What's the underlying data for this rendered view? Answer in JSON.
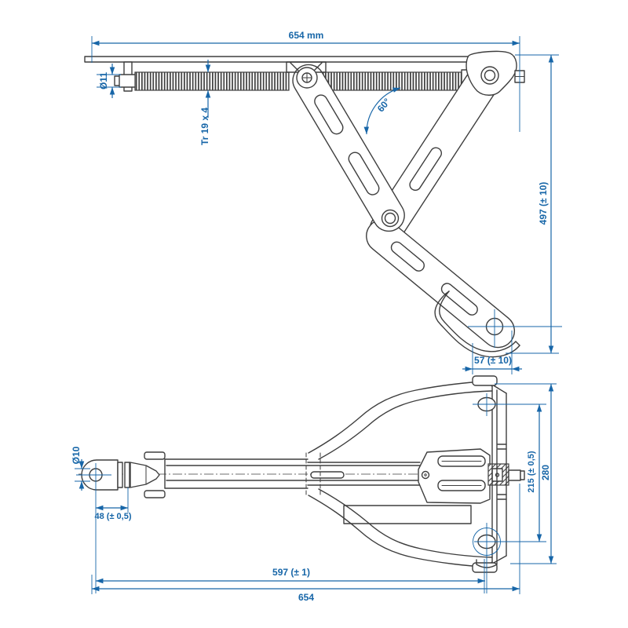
{
  "drawing": {
    "type": "technical-drawing",
    "subject": "trailer corner steady jack, two orthographic views with dimensions"
  },
  "colors": {
    "line": "#3e3e3e",
    "dimension": "#1766a8",
    "background": "#ffffff"
  },
  "side_view": {
    "overall_width": "654 mm",
    "spindle_diameter": "Ø11",
    "thread_spec": "Tr 19 x 4",
    "leg_angle": "60°",
    "extended_height": "497 (± 10)",
    "foot_offset": "57 (± 10)"
  },
  "plan_view": {
    "crank_hole_diameter": "Ø10",
    "crank_pin_offset": "48 (± 0,5)",
    "mounting_hole_spacing": "215 (± 0,5)",
    "mounting_plate_height": "280",
    "length_to_foot": "597 (± 1)",
    "overall_length": "654"
  }
}
